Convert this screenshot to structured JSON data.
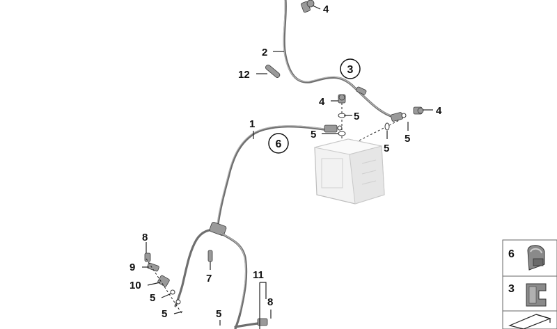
{
  "callouts": [
    {
      "id": "c-4a",
      "text": "4"
    },
    {
      "id": "c-2",
      "text": "2"
    },
    {
      "id": "c-12",
      "text": "12"
    },
    {
      "id": "c-3",
      "text": "3"
    },
    {
      "id": "c-4b",
      "text": "4"
    },
    {
      "id": "c-5a",
      "text": "5"
    },
    {
      "id": "c-4c",
      "text": "4"
    },
    {
      "id": "c-1",
      "text": "1"
    },
    {
      "id": "c-5b",
      "text": "5"
    },
    {
      "id": "c-6",
      "text": "6"
    },
    {
      "id": "c-5c",
      "text": "5"
    },
    {
      "id": "c-5d",
      "text": "5"
    },
    {
      "id": "c-8a",
      "text": "8"
    },
    {
      "id": "c-9",
      "text": "9"
    },
    {
      "id": "c-10",
      "text": "10"
    },
    {
      "id": "c-5e",
      "text": "5"
    },
    {
      "id": "c-5f",
      "text": "5"
    },
    {
      "id": "c-7",
      "text": "7"
    },
    {
      "id": "c-11",
      "text": "11"
    },
    {
      "id": "c-8b",
      "text": "8"
    },
    {
      "id": "c-5g",
      "text": "5"
    }
  ],
  "legend": [
    {
      "id": "legend-6",
      "text": "6"
    },
    {
      "id": "legend-3",
      "text": "3"
    }
  ],
  "colors": {
    "hose": "#6f6f6f",
    "abs_unit": "#f0f0f0",
    "outline": "#222222"
  }
}
